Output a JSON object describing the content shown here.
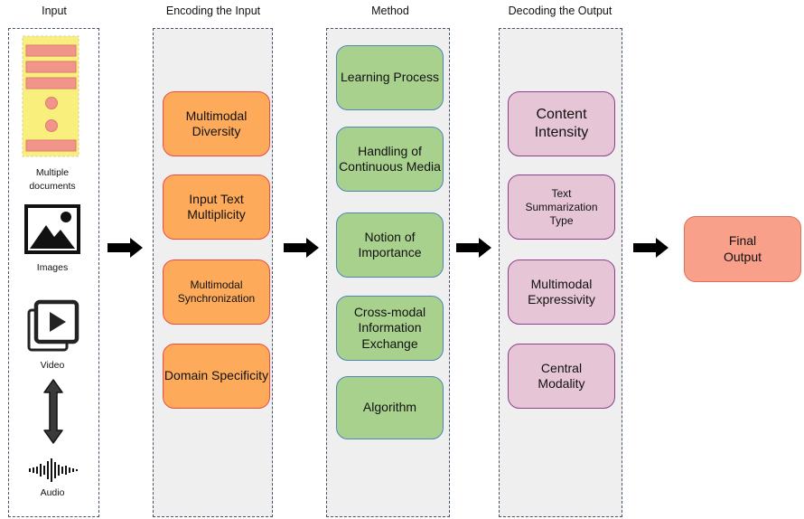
{
  "columns": {
    "input": "Input",
    "encoding": "Encoding the Input",
    "method": "Method",
    "decoding": "Decoding the Output"
  },
  "input": {
    "documents_label": "Multiple documents",
    "images_label": "Images",
    "video_label": "Video",
    "audio_label": "Audio"
  },
  "encoding": [
    "Multimodal Diversity",
    "Input Text Multiplicity",
    "Multimodal Synchronization",
    "Domain Specificity"
  ],
  "method": [
    "Learning Process",
    "Handling of Continuous Media",
    "Notion of Importance",
    "Cross-modal Information Exchange",
    "Algorithm"
  ],
  "decoding": [
    "Content Intensity",
    "Text Summarization Type",
    "Multimodal Expressivity",
    "Central Modality"
  ],
  "final": "Final Output",
  "colors": {
    "encoding_fill": "#fdab5a",
    "method_fill": "#a9d18e",
    "decoding_fill": "#e6c6d6",
    "final_fill": "#f8a08a",
    "document_fill": "#f9ef7d",
    "document_shape_fill": "#f1948a"
  },
  "icons": [
    "document-icon",
    "image-icon",
    "video-icon",
    "bidirectional-arrow-icon",
    "audio-waveform-icon",
    "right-arrow-icon"
  ]
}
